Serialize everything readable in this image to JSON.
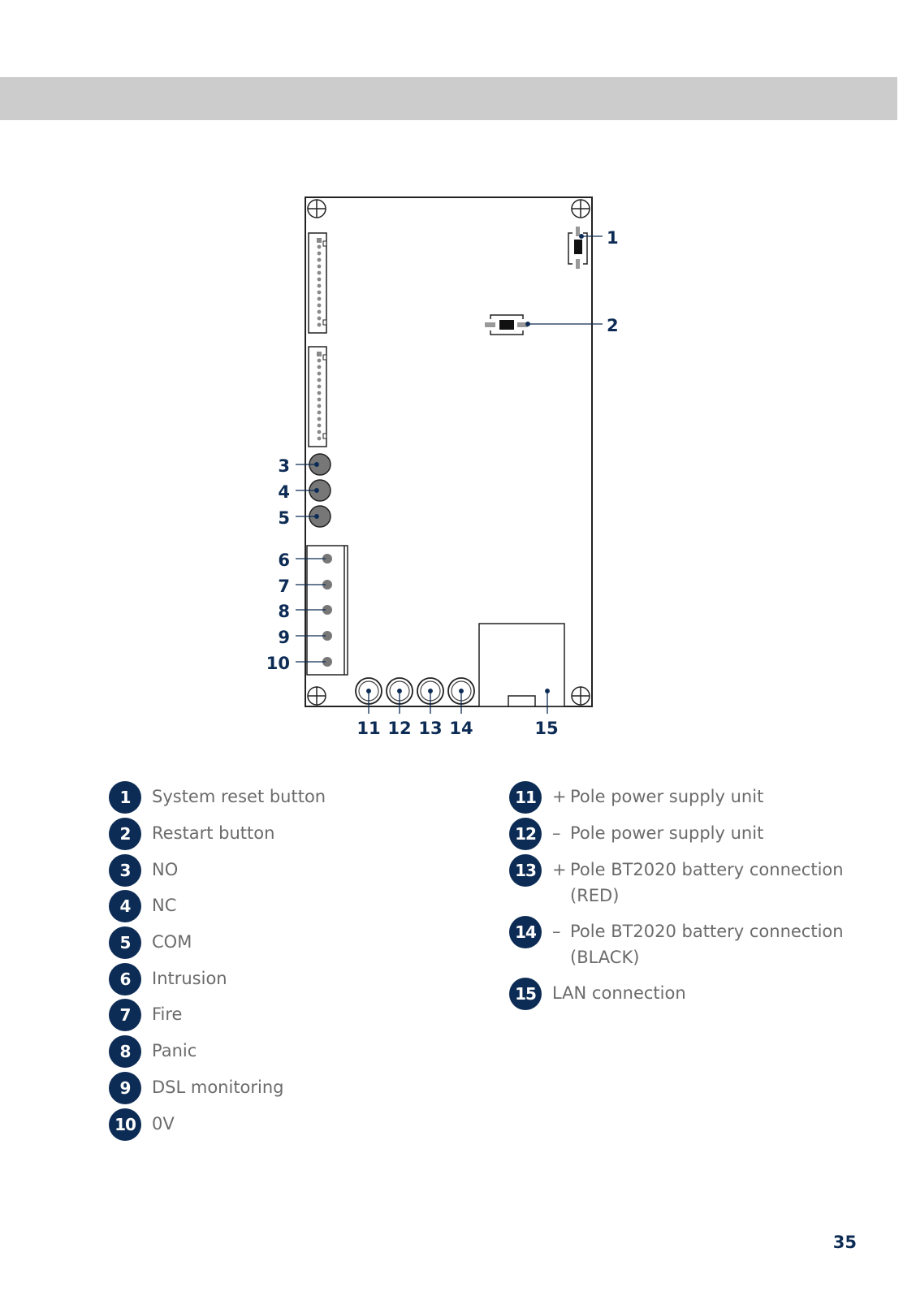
{
  "diagram": {
    "callouts": [
      "1",
      "2",
      "3",
      "4",
      "5",
      "6",
      "7",
      "8",
      "9",
      "10",
      "11",
      "12",
      "13",
      "14",
      "15"
    ]
  },
  "legend": {
    "left": [
      {
        "num": "1",
        "label": "System reset button"
      },
      {
        "num": "2",
        "label": "Restart button"
      },
      {
        "num": "3",
        "label": "NO"
      },
      {
        "num": "4",
        "label": "NC"
      },
      {
        "num": "5",
        "label": "COM"
      },
      {
        "num": "6",
        "label": "Intrusion"
      },
      {
        "num": "7",
        "label": "Fire"
      },
      {
        "num": "8",
        "label": "Panic"
      },
      {
        "num": "9",
        "label": "DSL monitoring"
      },
      {
        "num": "10",
        "label": "0V"
      }
    ],
    "right": [
      {
        "num": "11",
        "sign": "+",
        "label": "Pole power supply unit"
      },
      {
        "num": "12",
        "sign": "–",
        "label": "Pole power supply unit"
      },
      {
        "num": "13",
        "sign": "+",
        "label": "Pole BT2020 battery connection",
        "cont": "(RED)"
      },
      {
        "num": "14",
        "sign": "–",
        "label": "Pole BT2020 battery connection",
        "cont": "(BLACK)"
      },
      {
        "num": "15",
        "label": "LAN connection"
      }
    ]
  },
  "page_number": "35",
  "colors": {
    "accent": "#0d2c55",
    "header_band": "#cccccc",
    "legend_text": "#6b6b6b"
  }
}
